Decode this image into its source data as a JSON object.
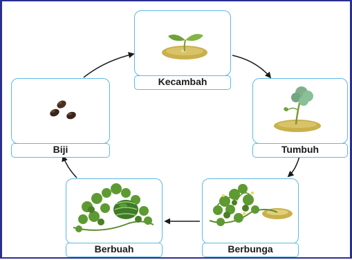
{
  "stages": [
    {
      "label": "Kecambah"
    },
    {
      "label": "Tumbuh"
    },
    {
      "label": "Berbunga"
    },
    {
      "label": "Berbuah"
    },
    {
      "label": "Biji"
    }
  ],
  "colors": {
    "frame": "#2a2f8f",
    "box_border": "#5bb8e6",
    "arrow": "#1a1a1a",
    "leaf": "#6fa23a",
    "soil": "#c9b04a",
    "seed": "#3a2418"
  }
}
